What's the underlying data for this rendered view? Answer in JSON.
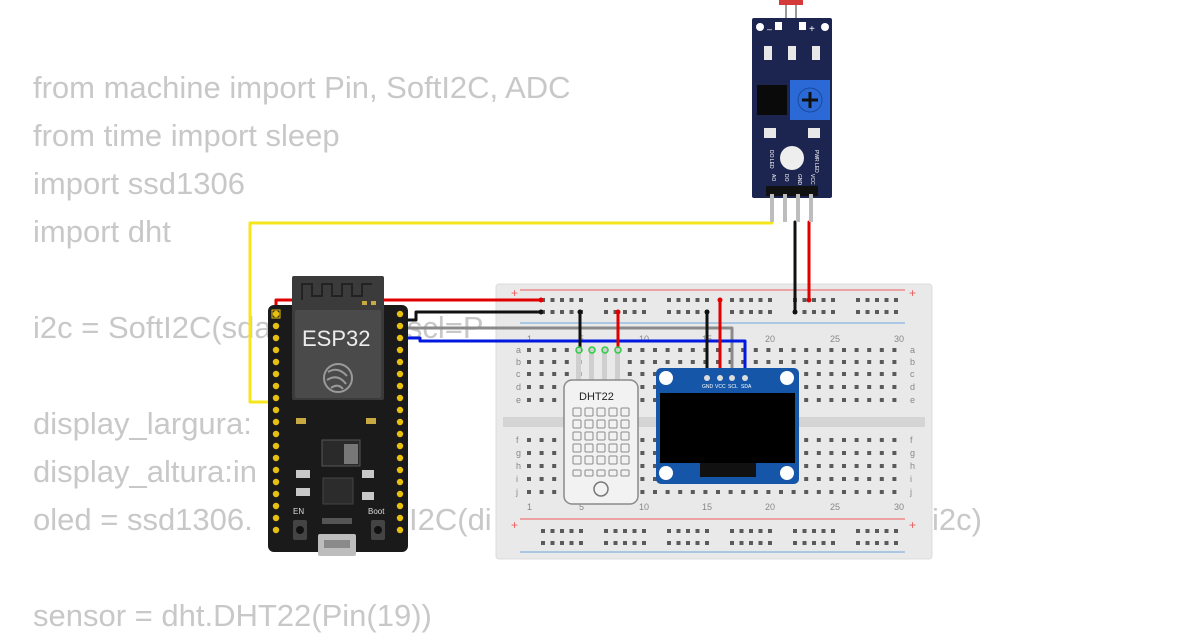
{
  "code_lines": [
    "from machine import Pin, SoftI2C, ADC",
    "from time import sleep",
    "import ssd1306",
    "import dht",
    "",
    "i2c = SoftI2C(sda=Pin(21), scl=P",
    "",
    "display_largura:",
    "display_altura:in",
    "oled = ssd1306.",
    "",
    "sensor = dht.DHT22(Pin(19))"
  ],
  "code_tail": "I2C(di",
  "code_tail2": "i2c)",
  "esp32": {
    "label": "ESP32",
    "en": "EN",
    "boot": "Boot"
  },
  "dht": {
    "label": "DHT22"
  },
  "oled": {
    "pins": [
      "GND",
      "VCC",
      "SCL",
      "SDA"
    ]
  },
  "ldr": {
    "pins": [
      "AO",
      "DO",
      "GND",
      "VCC"
    ],
    "led1": "DO LED",
    "led2": "PWR LED"
  },
  "breadboard": {
    "col_numbers": [
      "1",
      "5",
      "10",
      "15",
      "20",
      "25",
      "30"
    ],
    "row_letters_top": [
      "a",
      "b",
      "c",
      "d",
      "e"
    ],
    "row_letters_bottom": [
      "f",
      "g",
      "h",
      "i",
      "j"
    ],
    "plus": "+"
  },
  "colors": {
    "yellow_wire": "#f5e61c",
    "red_wire": "#e00000",
    "black_wire": "#111111",
    "gray_wire": "#8a8a8a",
    "blue_wire": "#0018e0",
    "board": "#1a1a1a",
    "oled_pcb": "#1556a8",
    "ldr_pcb": "#1c2550"
  }
}
